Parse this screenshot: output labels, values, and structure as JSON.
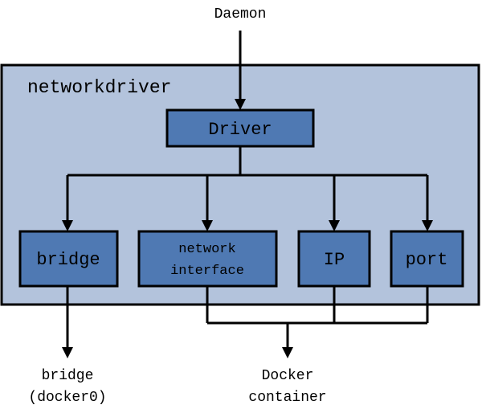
{
  "diagram": {
    "frame_title": "networkdriver",
    "driver_label": "Driver",
    "top_input_label": "Daemon",
    "nodes": [
      {
        "lines": [
          "bridge"
        ]
      },
      {
        "lines": [
          "network",
          "interface"
        ]
      },
      {
        "lines": [
          "IP"
        ]
      },
      {
        "lines": [
          "port"
        ]
      }
    ],
    "outputs": [
      {
        "lines": [
          "bridge",
          "(docker0)"
        ]
      },
      {
        "lines": [
          "Docker",
          "container"
        ]
      }
    ]
  },
  "colors": {
    "frame_fill": "#b3c3dc",
    "node_fill": "#4f79b3",
    "stroke": "#000000"
  }
}
